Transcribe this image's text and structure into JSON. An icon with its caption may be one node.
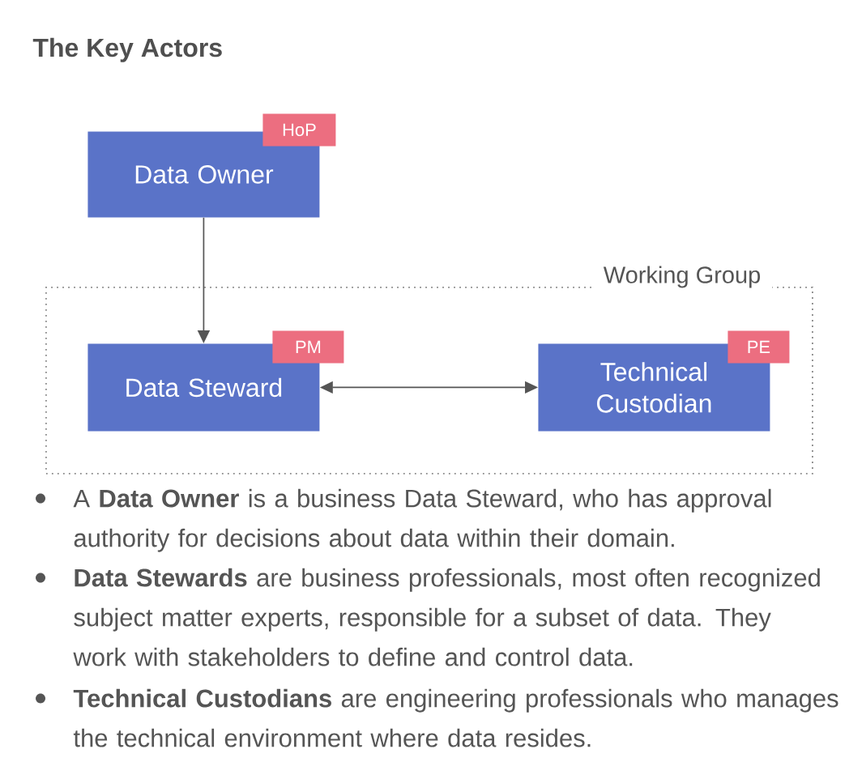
{
  "diagram": {
    "title": "The Key Actors",
    "nodes": [
      {
        "text": [
          "Data Owner"
        ]
      },
      {
        "text": [
          "HoP"
        ]
      },
      {
        "text": [
          "Working Group"
        ]
      },
      {
        "text": [
          "Data Steward"
        ],
        "in": 2
      },
      {
        "text": [
          "PM"
        ],
        "in": 2
      },
      {
        "text": [
          "Technical Custodian"
        ],
        "in": 2
      },
      {
        "text": [
          "PE"
        ],
        "in": 2
      }
    ],
    "edges": [
      {
        "from": 0,
        "to": 3,
        "arrow": "to"
      },
      {
        "from": 3,
        "to": 5,
        "arrow": "both"
      }
    ],
    "labels": [
      "A **Data Owner** is a business Data Steward, who has approval authority for decisions about data within their domain.",
      "**Data Stewards** are business professionals, most often recognized subject matter experts, responsible for a subset of data. They work with stakeholders to define and control data.",
      "**Technical Custodians** are engineering professionals who manages the technical environment where data resides."
    ]
  }
}
